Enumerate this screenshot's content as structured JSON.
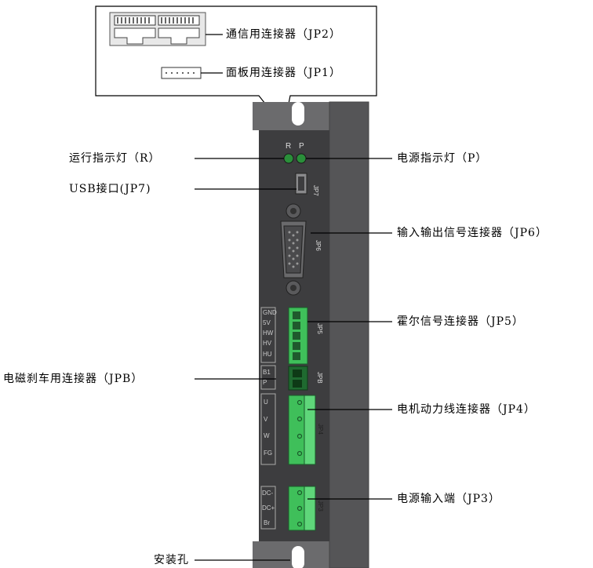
{
  "callout": {
    "jp2_label": "通信用连接器（JP2）",
    "jp1_label": "面板用连接器（JP1）"
  },
  "labels": {
    "run_led": "运行指示灯（R）",
    "power_led": "电源指示灯（P）",
    "usb": "USB接口(JP7)",
    "io_signal": "输入输出信号连接器（JP6）",
    "hall": "霍尔信号连接器（JP5）",
    "brake": "电磁刹车用连接器（JPB）",
    "motor_power": "电机动力线连接器（JP4）",
    "power_input": "电源输入端（JP3）",
    "mount_hole": "安装孔"
  },
  "device": {
    "led_r": "R",
    "led_p": "P",
    "jp7": "JP7",
    "jp6": "JP6",
    "jp5": "JP5",
    "jpb": "JPB",
    "jp4": "JP4",
    "jp3": "JP3",
    "jp5_pins": [
      "GND",
      "5V",
      "HW",
      "HV",
      "HU"
    ],
    "jpb_pins": [
      "B1",
      "P"
    ],
    "jp4_pins": [
      "U",
      "V",
      "W",
      "FG"
    ],
    "jp3_pins": [
      "DC-",
      "DC+",
      "Br"
    ]
  },
  "colors": {
    "panel": "#3d3d3f",
    "panel_side": "#555557",
    "bracket": "#6b6b6d",
    "connector_green": "#3fbf5a",
    "led_green": "#2a8f3a"
  }
}
